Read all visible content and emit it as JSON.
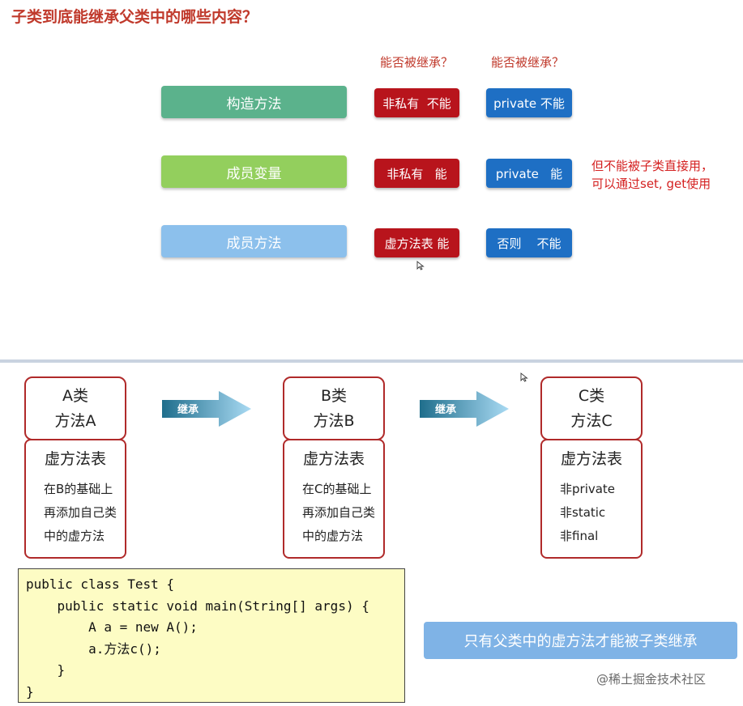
{
  "title": "子类到底能继承父类中的哪些内容？",
  "table": {
    "col_headers": [
      "能否被继承？",
      "能否被继承？"
    ],
    "rows": [
      {
        "label": "构造方法",
        "non_private": "非私有  不能",
        "private": "private 不能",
        "color": "#5bb28c"
      },
      {
        "label": "成员变量",
        "non_private": "非私有   能",
        "private": "private   能",
        "color": "#93cf5d"
      },
      {
        "label": "成员方法",
        "non_private": "虚方法表 能",
        "private": "否则    不能",
        "color": "#8cc0ec"
      }
    ],
    "note_lines": [
      "但不能被子类直接用，",
      "可以通过set, get使用"
    ]
  },
  "inheritance": {
    "classes": [
      {
        "name": "A类",
        "method": "方法A",
        "vt_title": "虚方法表",
        "vt_lines": [
          "在B的基础上",
          "再添加自己类",
          "中的虚方法"
        ]
      },
      {
        "name": "B类",
        "method": "方法B",
        "vt_title": "虚方法表",
        "vt_lines": [
          "在C的基础上",
          "再添加自己类",
          "中的虚方法"
        ]
      },
      {
        "name": "C类",
        "method": "方法C",
        "vt_title": "虚方法表",
        "vt_lines": [
          "非private",
          "非static",
          "非final"
        ]
      }
    ],
    "arrow_label": "继承"
  },
  "code": {
    "lines": [
      "public class Test {",
      "    public static void main(String[] args) {",
      "        A a = new A();",
      "        a.方法c();",
      "    }",
      "}"
    ]
  },
  "summary": "只有父类中的虚方法才能被子类继承",
  "watermark": "@稀土掘金技术社区",
  "colors": {
    "accent_red": "#b8141c",
    "accent_blue": "#1e6fc4",
    "title_red": "#c0392b"
  }
}
